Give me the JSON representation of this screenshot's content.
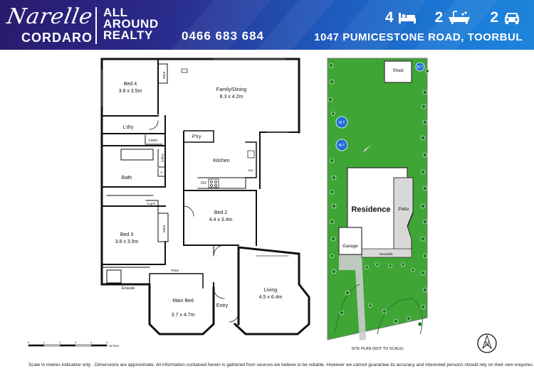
{
  "header": {
    "brand_signature": "Narelle",
    "brand_surname": "CORDARO",
    "agency_line1": "ALL",
    "agency_line2": "AROUND",
    "agency_line3": "REALTY",
    "phone": "0466 683 684",
    "bedrooms": "4",
    "bathrooms": "2",
    "car_spaces": "2",
    "address": "1047 PUMICESTONE ROAD, TOORBUL",
    "accent_color": "#1f5bbf"
  },
  "floorplan": {
    "rooms": [
      {
        "name": "Bed 4",
        "size": "3.8 x 3.5m"
      },
      {
        "name": "Family/Dining",
        "size": "8.3 x 4.2m"
      },
      {
        "name": "L'dry",
        "size": ""
      },
      {
        "name": "Linen",
        "size": ""
      },
      {
        "name": "P'try",
        "size": ""
      },
      {
        "name": "Kitchen",
        "size": ""
      },
      {
        "name": "Bath",
        "size": ""
      },
      {
        "name": "Bed 2",
        "size": "4.4 x 3.4m"
      },
      {
        "name": "Bed 3",
        "size": "3.8 x 3.5m"
      },
      {
        "name": "Ensuite",
        "size": ""
      },
      {
        "name": "Main Bed",
        "size": "3.7 x 4.7m"
      },
      {
        "name": "Living",
        "size": "4.5 x 6.4m"
      },
      {
        "name": "Entry",
        "size": ""
      }
    ],
    "fixtures": {
      "robe": "Robe",
      "cupd": "Cup'd",
      "c": "C",
      "ov": "OV",
      "dw": "DW"
    },
    "scale_ticks": [
      "0",
      "1",
      "2",
      "3",
      "4",
      "5"
    ],
    "scale_unit": "METRES"
  },
  "site_plan": {
    "title": "SITE PLAN (NOT TO SCALE)",
    "residence": "Residence",
    "patio": "Patio",
    "garage": "Garage",
    "verandah": "Verandah",
    "shed": "Shed",
    "water_tank": "W.T",
    "north": "N",
    "lawn_color": "#3fa535"
  },
  "footer": {
    "disclaimer": "Scale in metres indicative only . Dimensions are approximate. All information contained herein is gathered from sources we believe to be reliable. However we cannot guarantee its accuracy and interested persons should rely on their own enquires."
  }
}
